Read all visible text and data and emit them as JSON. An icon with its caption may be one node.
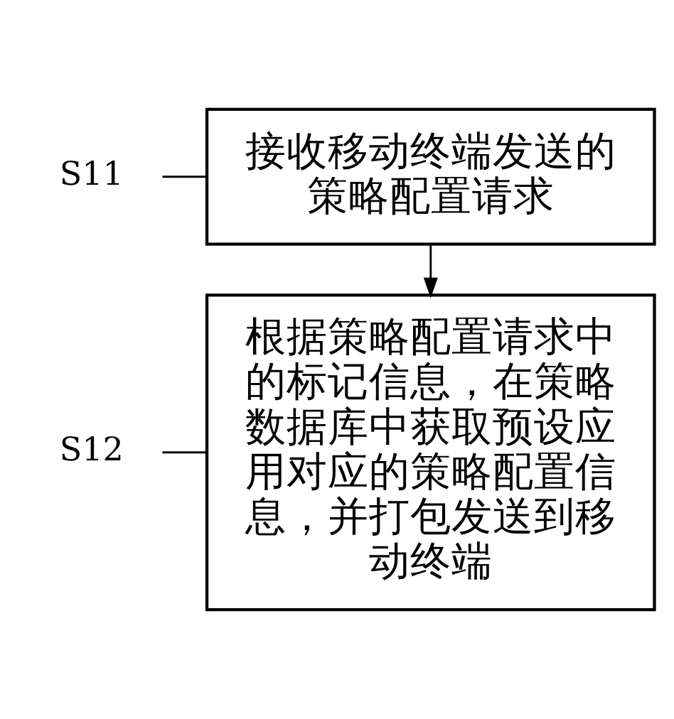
{
  "diagram": {
    "nodes": [
      {
        "text": [
          "接收移动终端发送的策略配置请求"
        ]
      },
      {
        "text": [
          "根据策略配置请求中的标记信息，在策略数据库中获取预设应用对应的策略配置信息，并打包发送到移动终端"
        ]
      },
      {
        "text": [
          "S11"
        ]
      },
      {
        "text": [
          "S12"
        ]
      }
    ],
    "edges": [
      {
        "from": 0,
        "to": 1,
        "arrow": "to"
      },
      {
        "from": 2,
        "to": 0,
        "arrow": "none"
      },
      {
        "from": 3,
        "to": 1,
        "arrow": "none"
      }
    ]
  }
}
